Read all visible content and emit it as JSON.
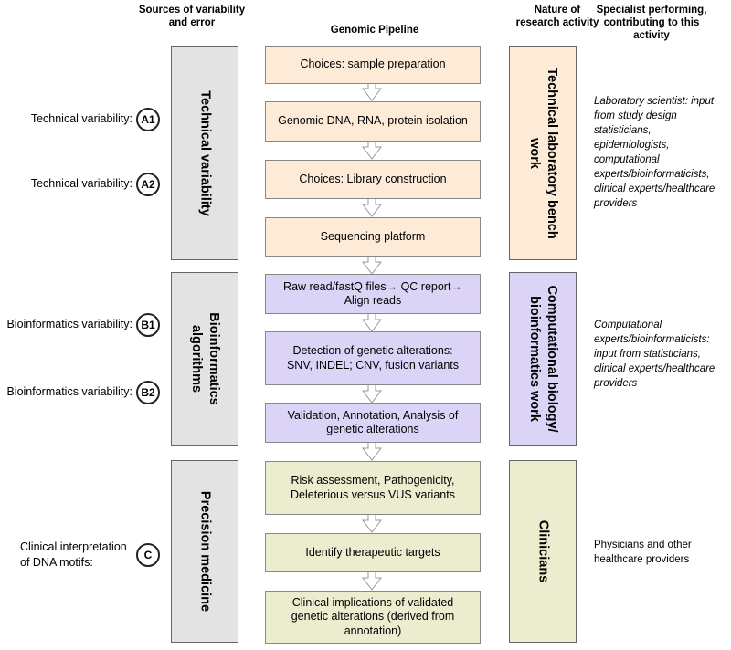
{
  "headers": {
    "sources": "Sources of variability and error",
    "pipeline": "Genomic Pipeline",
    "nature": "Nature of research activity",
    "specialist": "Specialist performing, contributing to this activity"
  },
  "left_labels": {
    "a1": {
      "text": "Technical variability:",
      "badge": "A1"
    },
    "a2": {
      "text": "Technical variability:",
      "badge": "A2"
    },
    "b1": {
      "text": "Bioinformatics variability:",
      "badge": "B1"
    },
    "b2": {
      "text": "Bioinformatics variability:",
      "badge": "B2"
    },
    "c": {
      "line1": "Clinical interpretation",
      "line2": "of DNA motifs:",
      "badge": "C"
    }
  },
  "sources_bars": {
    "technical": "Technical variability",
    "bioinformatics": "Bioinformatics algorithms",
    "precision": "Precision medicine"
  },
  "pipeline": {
    "technical": [
      "Choices: sample preparation",
      "Genomic DNA, RNA, protein isolation",
      "Choices: Library construction",
      "Sequencing platform"
    ],
    "bioinformatics": [
      "Raw read/fastQ files→ QC report→ Align reads",
      "Detection of genetic alterations: SNV, INDEL; CNV, fusion variants",
      "Validation, Annotation, Analysis of genetic alterations"
    ],
    "clinical": [
      "Risk assessment, Pathogenicity, Deleterious versus VUS variants",
      "Identify therapeutic targets",
      "Clinical implications of validated genetic alterations (derived from annotation)"
    ]
  },
  "nature_bars": {
    "technical": "Technical laboratory bench work",
    "computational": "Computational biology/ bioinformatics work",
    "clinicians": "Clinicians"
  },
  "specialists": {
    "technical": "Laboratory scientist: input from study design statisticians, epidemiologists, computational experts/bioinformaticists, clinical experts/healthcare providers",
    "computational": "Computational experts/bioinformaticists: input from statisticians, clinical experts/healthcare providers",
    "clinical": "Physicians and other healthcare providers"
  },
  "colors": {
    "technical_fill": "#fdebd8",
    "bioinformatics_fill": "#dcd4f7",
    "clinical_fill": "#ecedce",
    "sources_fill": "#e3e3e3"
  }
}
